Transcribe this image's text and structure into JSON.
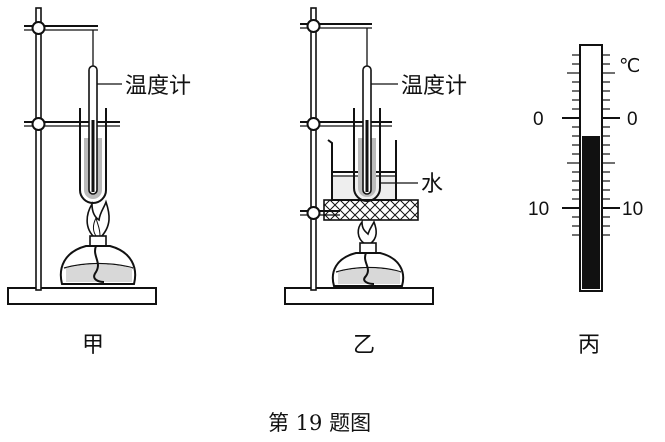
{
  "apparatus_jia": {
    "thermometer_label": "温度计",
    "caption": "甲"
  },
  "apparatus_yi": {
    "thermometer_label": "温度计",
    "water_label": "水",
    "caption": "乙"
  },
  "thermometer_bing": {
    "unit": "℃",
    "tick_labels": [
      "0",
      "10"
    ],
    "reading_celsius": -2,
    "scale_min": -7,
    "scale_max": 13,
    "caption": "丙"
  },
  "figure_caption": "第 19 题图"
}
